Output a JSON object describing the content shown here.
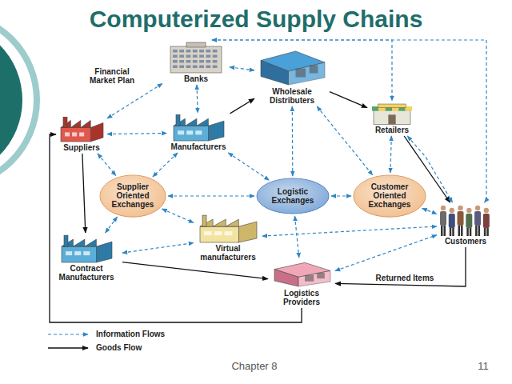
{
  "diagram": {
    "title": "Computerized Supply Chains",
    "caption": "Chapter 8",
    "nodes": [
      {
        "text": [
          "Banks"
        ]
      },
      {
        "text": [
          "Wholesale Distributers"
        ]
      },
      {
        "text": [
          "Retailers"
        ]
      },
      {
        "text": [
          "Suppliers"
        ]
      },
      {
        "text": [
          "Manufacturers"
        ]
      },
      {
        "text": [
          "Supplier Oriented Exchanges"
        ]
      },
      {
        "text": [
          "Logistic Exchanges"
        ]
      },
      {
        "text": [
          "Customer Oriented Exchanges"
        ]
      },
      {
        "text": [
          "Customers"
        ]
      },
      {
        "text": [
          "Virtual manufacturers"
        ]
      },
      {
        "text": [
          "Contract Manufacturers"
        ]
      },
      {
        "text": [
          "Logistics Providers"
        ]
      }
    ],
    "edges": [
      {
        "from": 3,
        "to": 0,
        "arrow": "both",
        "label": "Financial Market Plan"
      },
      {
        "from": 0,
        "to": 4,
        "arrow": "both"
      },
      {
        "from": 0,
        "to": 1,
        "arrow": "both"
      },
      {
        "from": 0,
        "to": 2,
        "arrow": "both"
      },
      {
        "from": 0,
        "to": 8,
        "arrow": "both"
      },
      {
        "from": 3,
        "to": 4,
        "arrow": "both"
      },
      {
        "from": 4,
        "to": 1,
        "arrow": "to"
      },
      {
        "from": 1,
        "to": 2,
        "arrow": "to"
      },
      {
        "from": 2,
        "to": 8,
        "arrow": "to"
      },
      {
        "from": 2,
        "to": 8,
        "arrow": "both"
      },
      {
        "from": 3,
        "to": 5,
        "arrow": "both"
      },
      {
        "from": 4,
        "to": 5,
        "arrow": "both"
      },
      {
        "from": 3,
        "to": 10,
        "arrow": "to"
      },
      {
        "from": 10,
        "to": 5,
        "arrow": "both"
      },
      {
        "from": 5,
        "to": 6,
        "arrow": "both"
      },
      {
        "from": 6,
        "to": 7,
        "arrow": "both"
      },
      {
        "from": 4,
        "to": 6,
        "arrow": "both"
      },
      {
        "from": 1,
        "to": 6,
        "arrow": "both"
      },
      {
        "from": 1,
        "to": 7,
        "arrow": "both"
      },
      {
        "from": 2,
        "to": 7,
        "arrow": "both"
      },
      {
        "from": 7,
        "to": 8,
        "arrow": "both"
      },
      {
        "from": 5,
        "to": 9,
        "arrow": "both"
      },
      {
        "from": 10,
        "to": 9,
        "arrow": "both"
      },
      {
        "from": 9,
        "to": 8,
        "arrow": "both"
      },
      {
        "from": 6,
        "to": 11,
        "arrow": "both"
      },
      {
        "from": 10,
        "to": 11,
        "arrow": "to"
      },
      {
        "from": 11,
        "to": 8,
        "arrow": "both"
      },
      {
        "from": 8,
        "to": 11,
        "arrow": "to",
        "label": "Returned Items"
      },
      {
        "from": 11,
        "to": 3,
        "arrow": "to"
      }
    ],
    "labels": [
      "11"
    ],
    "legend": [
      {
        "text": "Information Flows"
      },
      {
        "text": "Goods Flow"
      }
    ]
  }
}
